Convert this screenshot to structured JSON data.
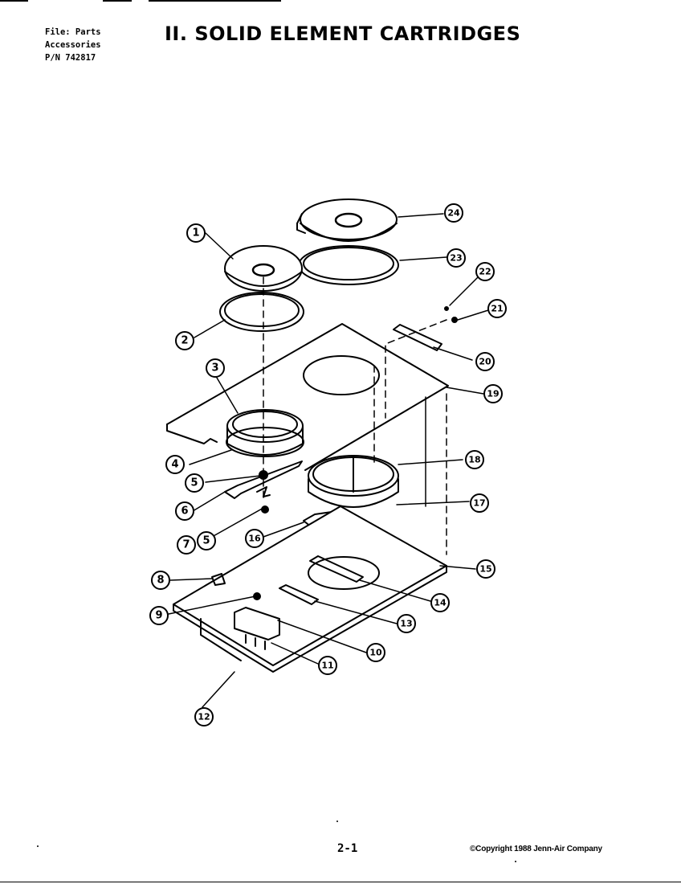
{
  "header": {
    "file_line1": "File: Parts",
    "file_line2": "Accessories",
    "file_line3": "P/N 742817",
    "title": "II. SOLID ELEMENT CARTRIDGES"
  },
  "callouts": [
    "1",
    "2",
    "3",
    "4",
    "5",
    "6",
    "7",
    "5",
    "16",
    "8",
    "9",
    "12",
    "11",
    "10",
    "13",
    "14",
    "15",
    "17",
    "18",
    "19",
    "20",
    "21",
    "22",
    "23",
    "24"
  ],
  "footer": {
    "page": "2-1",
    "copyright": "©Copyright 1988 Jenn-Air Company"
  }
}
